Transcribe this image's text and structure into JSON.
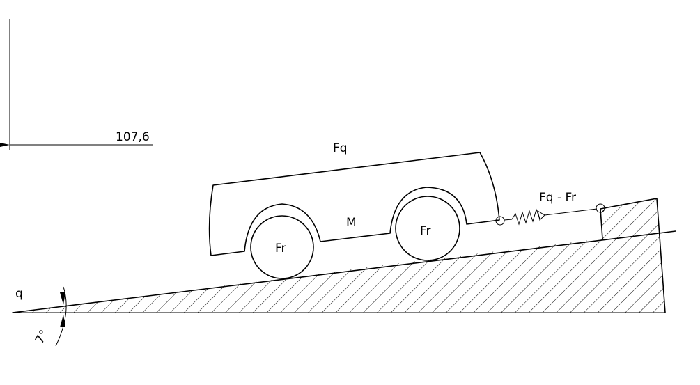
{
  "dimension": {
    "value": "107,6"
  },
  "labels": {
    "top_force": "Fq",
    "spring_force": "Fq - Fr",
    "mass": "M",
    "rear_wheel": "Fr",
    "front_wheel": "Fr",
    "angle_symbol": "q",
    "angle_value": "7°"
  }
}
